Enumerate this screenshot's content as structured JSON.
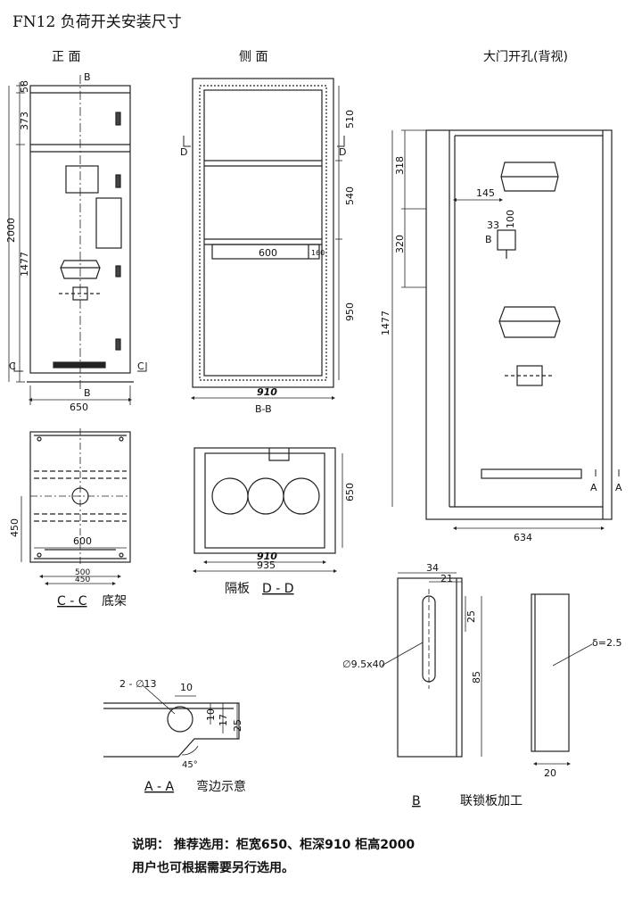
{
  "title": "FN12 负荷开关安装尺寸",
  "front": {
    "heading": "正  面",
    "marker_b": "B",
    "marker_c": "C",
    "dims": {
      "d58": "58",
      "d373": "373",
      "d2000": "2000",
      "d1477": "1477",
      "d650": "650"
    }
  },
  "side": {
    "heading": "侧  面",
    "marker_d": "D",
    "dims": {
      "d510": "510",
      "d540": "540",
      "d950": "950",
      "d600": "600",
      "d160": "160",
      "d910": "910"
    },
    "section_label": "B-B"
  },
  "door": {
    "heading": "大门开孔(背视)",
    "dims": {
      "d318": "318",
      "d320": "320",
      "d1477": "1477",
      "d145": "145",
      "d33": "33",
      "d100": "100",
      "d634": "634"
    },
    "marker_b": "B",
    "marker_a": "A"
  },
  "base": {
    "dims": {
      "d600": "600",
      "d450": "450",
      "d500": "500",
      "d450b": "450"
    },
    "caption_sec": "C - C",
    "caption_text": "底架"
  },
  "partition": {
    "dims": {
      "d650": "650",
      "d910": "910",
      "d935": "935"
    },
    "caption_text": "隔板",
    "caption_sec": "D - D"
  },
  "interlock": {
    "dims": {
      "d34": "34",
      "d21": "21",
      "d25": "25",
      "d85": "85",
      "hole": "∅9.5x40",
      "thick": "δ=2.5",
      "d20": "20"
    },
    "caption_sec": "B",
    "caption_text": "联锁板加工"
  },
  "bend": {
    "dims": {
      "holes": "2 - ∅13",
      "d10a": "10",
      "d10b": "10",
      "d17": "17",
      "d25": "25",
      "angle": "45°"
    },
    "caption_sec": "A - A",
    "caption_text": "弯边示意"
  },
  "notes": {
    "line1": "说明：  推荐选用：柜宽650、柜深910 柜高2000",
    "line2": "用户也可根据需要另行选用。"
  }
}
